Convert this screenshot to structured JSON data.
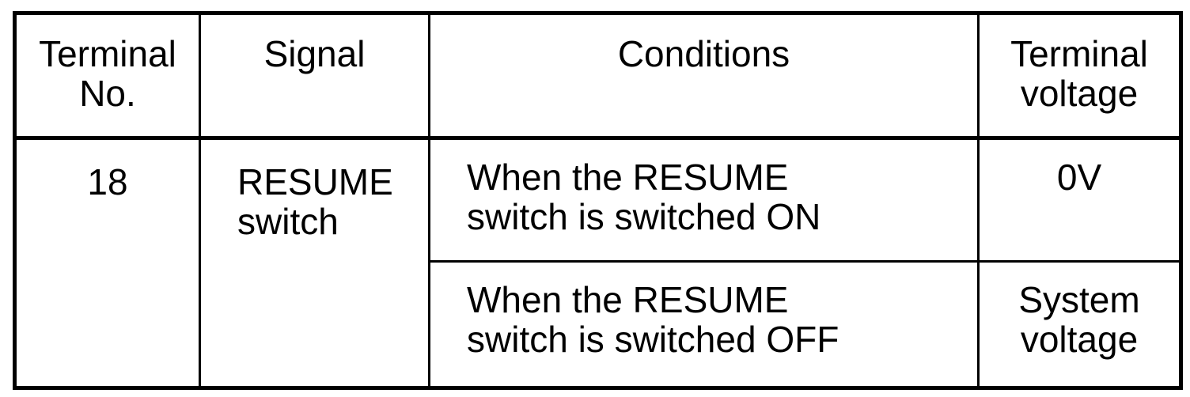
{
  "headers": {
    "terminal_no": [
      "Terminal",
      "No."
    ],
    "signal": [
      "Signal"
    ],
    "conditions": [
      "Conditions"
    ],
    "terminal_voltage": [
      "Terminal",
      "voltage"
    ]
  },
  "row": {
    "terminal": "18",
    "signal": [
      "RESUME",
      "switch"
    ],
    "conditions": [
      {
        "text": [
          "When the RESUME",
          "switch is switched ON"
        ],
        "voltage": [
          "0V"
        ]
      },
      {
        "text": [
          "When the RESUME",
          "switch is switched OFF"
        ],
        "voltage": [
          "System",
          "voltage"
        ]
      }
    ]
  }
}
